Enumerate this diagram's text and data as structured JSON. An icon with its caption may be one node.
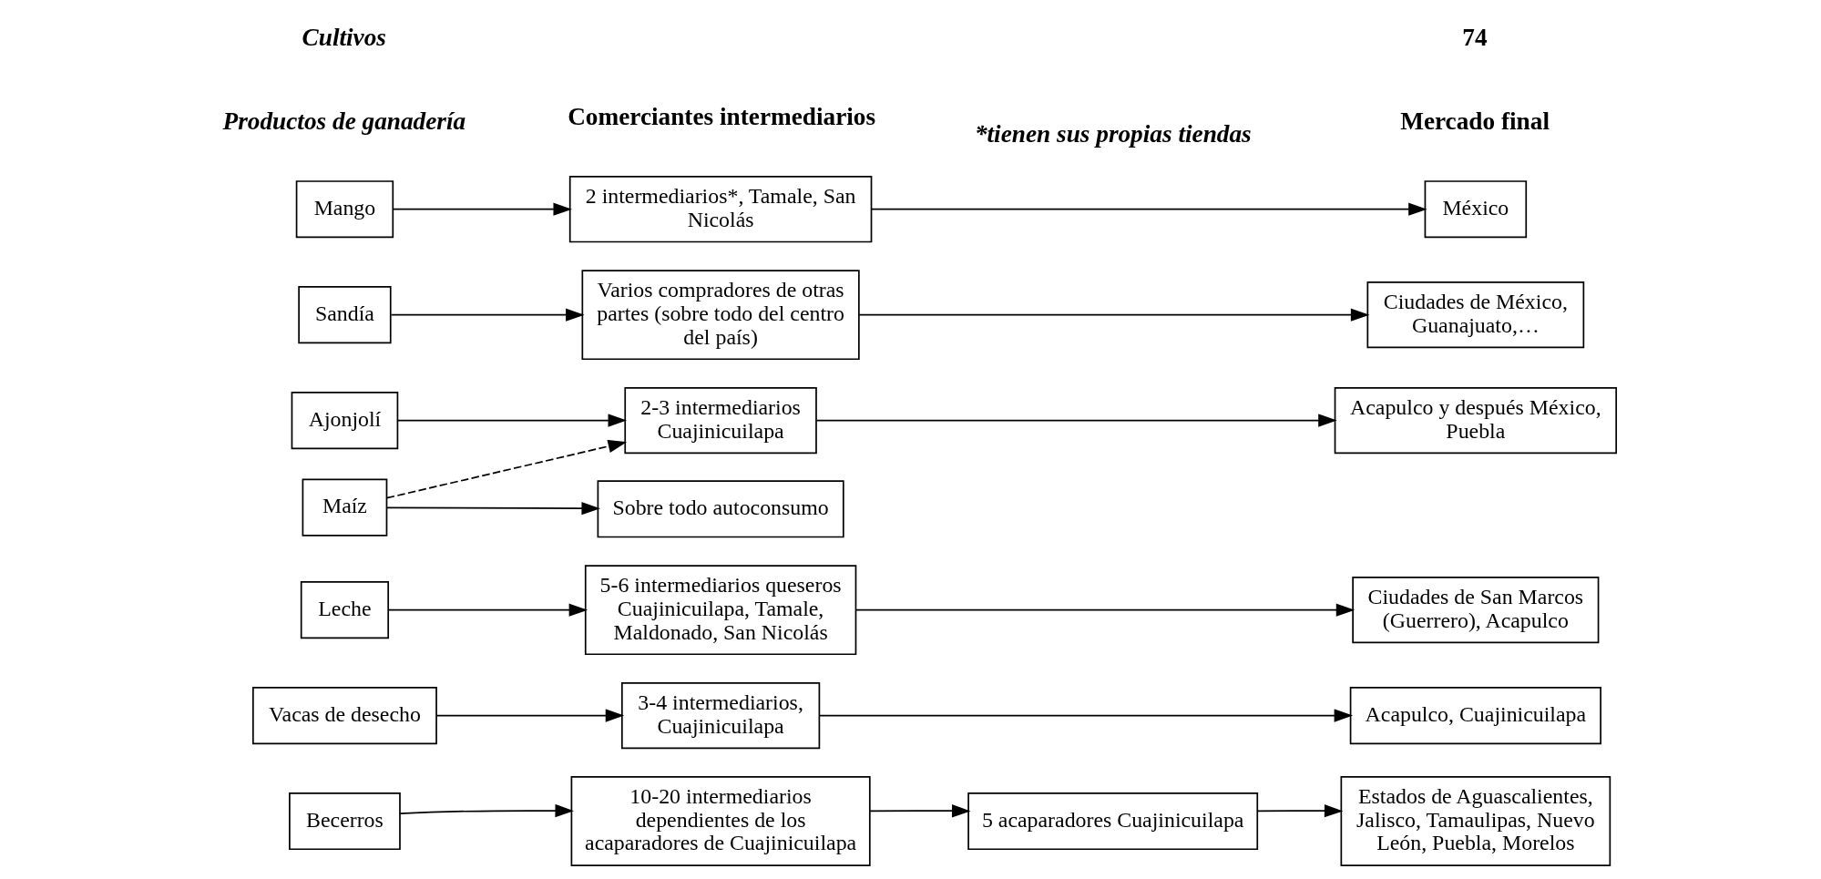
{
  "diagram": {
    "nodes": [
      {
        "text": [
          "Becerros"
        ]
      },
      {
        "text": [
          "10-20 intermediarios dependientes de los acaparadores de Cuajinicuilapa"
        ]
      },
      {
        "text": [
          "5 acaparadores Cuajinicuilapa"
        ]
      },
      {
        "text": [
          "Estados de Aguascalientes, Jalisco, Tamaulipas, Nuevo León, Puebla, Morelos"
        ]
      },
      {
        "text": [
          "Vacas de desecho"
        ]
      },
      {
        "text": [
          "3-4 intermediarios, Cuajinicuilapa"
        ]
      },
      {
        "text": [
          "Acapulco, Cuajinicuilapa"
        ]
      },
      {
        "text": [
          "Leche"
        ]
      },
      {
        "text": [
          "5-6 intermediarios queseros Cuajinicuilapa, Tamale, Maldonado, San Nicolás"
        ]
      },
      {
        "text": [
          "Ciudades de San Marcos (Guerrero), Acapulco"
        ]
      },
      {
        "text": [
          "Ajonjolí"
        ]
      },
      {
        "text": [
          "2-3 intermediarios Cuajinicuilapa"
        ]
      },
      {
        "text": [
          "Acapulco y después México, Puebla"
        ]
      },
      {
        "text": [
          "Maíz"
        ]
      },
      {
        "text": [
          "Sobre todo autoconsumo"
        ]
      },
      {
        "text": [
          "Sandía"
        ]
      },
      {
        "text": [
          "Varios compradores de otras partes (sobre todo del centro del país)"
        ]
      },
      {
        "text": [
          "Ciudades de México, Guanajuato,…"
        ]
      },
      {
        "text": [
          "Mango"
        ]
      },
      {
        "text": [
          "2 intermediarios*, Tamale, San Nicolás"
        ]
      },
      {
        "text": [
          "México"
        ]
      }
    ],
    "edges": [
      {
        "from": 0,
        "to": 1,
        "arrow": "to"
      },
      {
        "from": 1,
        "to": 2,
        "arrow": "to"
      },
      {
        "from": 2,
        "to": 3,
        "arrow": "to"
      },
      {
        "from": 4,
        "to": 5,
        "arrow": "to"
      },
      {
        "from": 5,
        "to": 6,
        "arrow": "to"
      },
      {
        "from": 7,
        "to": 8,
        "arrow": "to"
      },
      {
        "from": 8,
        "to": 9,
        "arrow": "to"
      },
      {
        "from": 10,
        "to": 11,
        "arrow": "to"
      },
      {
        "from": 13,
        "to": 11,
        "arrow": "to",
        "style": "dashed"
      },
      {
        "from": 13,
        "to": 14,
        "arrow": "to"
      },
      {
        "from": 11,
        "to": 12,
        "arrow": "to"
      },
      {
        "from": 15,
        "to": 16,
        "arrow": "to"
      },
      {
        "from": 16,
        "to": 17,
        "arrow": "to"
      },
      {
        "from": 18,
        "to": 19,
        "arrow": "to"
      },
      {
        "from": 19,
        "to": 20,
        "arrow": "to"
      }
    ],
    "labels": [
      "Productos de ganadería",
      "Comerciantes intermediarios",
      "Mercado final",
      "Cultivos",
      "*tienen sus propias tiendas",
      "74"
    ]
  }
}
